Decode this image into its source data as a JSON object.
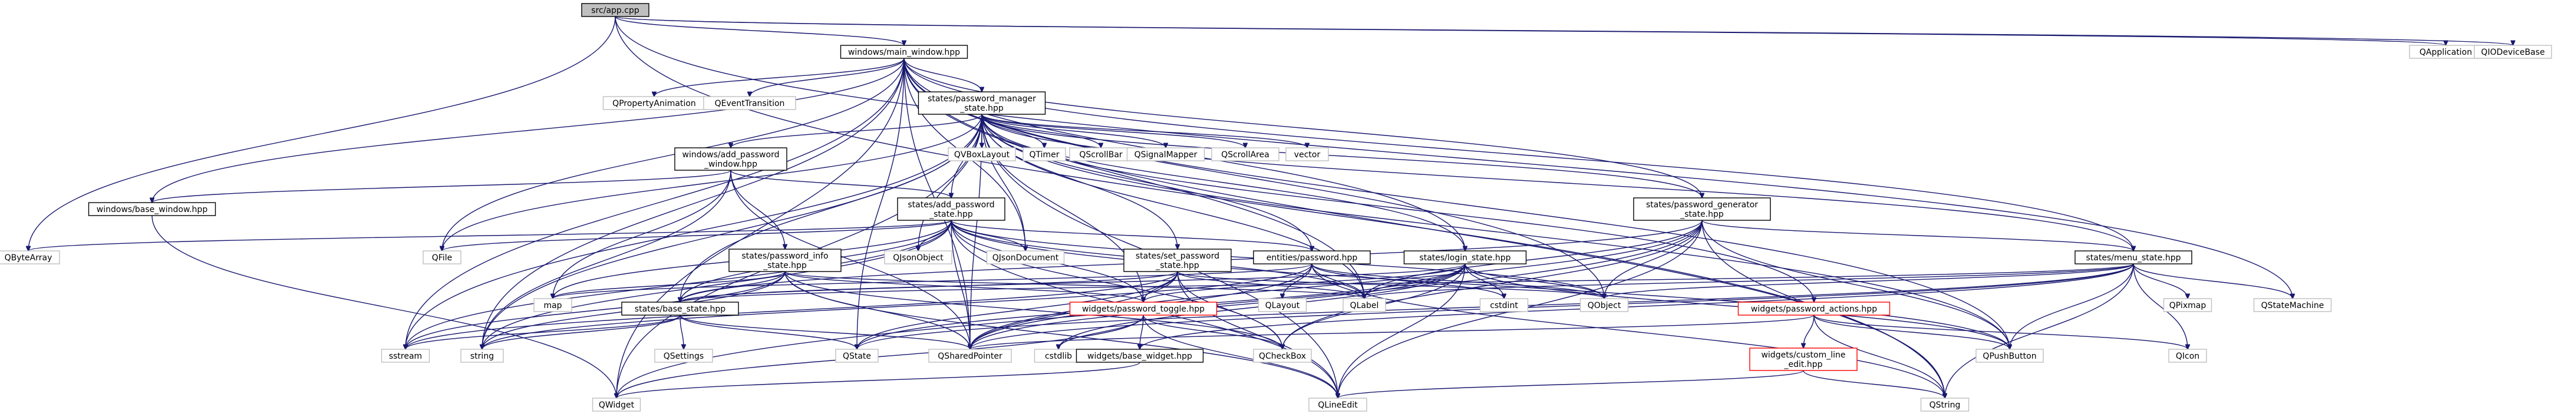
{
  "diagram": {
    "kind": "include-dependency-graph",
    "colors": {
      "edge": "#191970",
      "root_fill": "#bfbfbf",
      "root_border": "#000000",
      "project_border": "#000000",
      "external_border": "#bfbfbf",
      "incomplete_border": "#ff0000",
      "node_fill": "#ffffff"
    },
    "nodes": [
      {
        "id": "main",
        "label": "src/app.cpp",
        "style": "root"
      },
      {
        "id": "mw",
        "label": "windows/main_window.hpp",
        "style": "project"
      },
      {
        "id": "qapp",
        "label": "QApplication",
        "style": "external"
      },
      {
        "id": "qio",
        "label": "QIODeviceBase",
        "style": "external"
      },
      {
        "id": "qpa",
        "label": "QPropertyAnimation",
        "style": "external"
      },
      {
        "id": "qet",
        "label": "QEventTransition",
        "style": "external"
      },
      {
        "id": "pms",
        "label": [
          "states/password_manager",
          "_state.hpp"
        ],
        "style": "project"
      },
      {
        "id": "qba",
        "label": "QByteArray",
        "style": "external"
      },
      {
        "id": "bw",
        "label": "windows/base_window.hpp",
        "style": "project"
      },
      {
        "id": "apw",
        "label": [
          "windows/add_password",
          "_window.hpp"
        ],
        "style": "project"
      },
      {
        "id": "qvb",
        "label": "QVBoxLayout",
        "style": "external"
      },
      {
        "id": "qtm",
        "label": "QTimer",
        "style": "external"
      },
      {
        "id": "qsb",
        "label": "QScrollBar",
        "style": "external"
      },
      {
        "id": "qsm",
        "label": "QSignalMapper",
        "style": "external"
      },
      {
        "id": "qsa",
        "label": "QScrollArea",
        "style": "external"
      },
      {
        "id": "vec",
        "label": "vector",
        "style": "external"
      },
      {
        "id": "aps",
        "label": [
          "states/add_password",
          "_state.hpp"
        ],
        "style": "project"
      },
      {
        "id": "pgs",
        "label": [
          "states/password_generator",
          "_state.hpp"
        ],
        "style": "project"
      },
      {
        "id": "qfile",
        "label": "QFile",
        "style": "external"
      },
      {
        "id": "qjo",
        "label": "QJsonObject",
        "style": "external"
      },
      {
        "id": "qjd",
        "label": "QJsonDocument",
        "style": "external"
      },
      {
        "id": "pis",
        "label": [
          "states/password_info",
          "_state.hpp"
        ],
        "style": "project"
      },
      {
        "id": "sps",
        "label": [
          "states/set_password",
          "_state.hpp"
        ],
        "style": "project"
      },
      {
        "id": "ep",
        "label": "entities/password.hpp",
        "style": "project"
      },
      {
        "id": "ls",
        "label": "states/login_state.hpp",
        "style": "project"
      },
      {
        "id": "ms",
        "label": "states/menu_state.hpp",
        "style": "project"
      },
      {
        "id": "map",
        "label": "map",
        "style": "external"
      },
      {
        "id": "bs",
        "label": "states/base_state.hpp",
        "style": "project"
      },
      {
        "id": "pt",
        "label": "widgets/password_toggle.hpp",
        "style": "incomplete"
      },
      {
        "id": "ql",
        "label": "QLayout",
        "style": "external"
      },
      {
        "id": "qlabel",
        "label": "QLabel",
        "style": "external"
      },
      {
        "id": "cstdint",
        "label": "cstdint",
        "style": "external"
      },
      {
        "id": "qobject",
        "label": "QObject",
        "style": "external"
      },
      {
        "id": "wpa",
        "label": "widgets/password_actions.hpp",
        "style": "incomplete"
      },
      {
        "id": "qpix",
        "label": "QPixmap",
        "style": "external"
      },
      {
        "id": "qsmach",
        "label": "QStateMachine",
        "style": "external"
      },
      {
        "id": "sstr",
        "label": "sstream",
        "style": "external"
      },
      {
        "id": "string",
        "label": "string",
        "style": "external"
      },
      {
        "id": "qsettings",
        "label": "QSettings",
        "style": "external"
      },
      {
        "id": "qstate",
        "label": "QState",
        "style": "external"
      },
      {
        "id": "qsp",
        "label": "QSharedPointer",
        "style": "external"
      },
      {
        "id": "cstdlib",
        "label": "cstdlib",
        "style": "external"
      },
      {
        "id": "bwid",
        "label": "widgets/base_widget.hpp",
        "style": "project"
      },
      {
        "id": "qcb",
        "label": "QCheckBox",
        "style": "external"
      },
      {
        "id": "cle",
        "label": [
          "widgets/custom_line",
          "_edit.hpp"
        ],
        "style": "incomplete"
      },
      {
        "id": "qpb",
        "label": "QPushButton",
        "style": "external"
      },
      {
        "id": "qicon",
        "label": "QIcon",
        "style": "external"
      },
      {
        "id": "qwidget",
        "label": "QWidget",
        "style": "external"
      },
      {
        "id": "qle",
        "label": "QLineEdit",
        "style": "external"
      },
      {
        "id": "qstring",
        "label": "QString",
        "style": "external"
      }
    ],
    "edges": [
      [
        "main",
        "mw"
      ],
      [
        "main",
        "qapp"
      ],
      [
        "main",
        "qio"
      ],
      [
        "main",
        "qba"
      ],
      [
        "main",
        "qsmach"
      ],
      [
        "main",
        "qstring"
      ],
      [
        "mw",
        "qpa"
      ],
      [
        "mw",
        "qet"
      ],
      [
        "mw",
        "pms"
      ],
      [
        "mw",
        "bw"
      ],
      [
        "mw",
        "ms"
      ],
      [
        "mw",
        "ls"
      ],
      [
        "mw",
        "pgs"
      ],
      [
        "mw",
        "qfile"
      ],
      [
        "mw",
        "qobject"
      ],
      [
        "mw",
        "qlabel"
      ],
      [
        "mw",
        "qwidget"
      ],
      [
        "mw",
        "string"
      ],
      [
        "mw",
        "sstr"
      ],
      [
        "mw",
        "qstate"
      ],
      [
        "mw",
        "qsp"
      ],
      [
        "mw",
        "qjd"
      ],
      [
        "mw",
        "qpb"
      ],
      [
        "mw",
        "qstring"
      ],
      [
        "pms",
        "qvb"
      ],
      [
        "pms",
        "qtm"
      ],
      [
        "pms",
        "qsb"
      ],
      [
        "pms",
        "qsm"
      ],
      [
        "pms",
        "qsa"
      ],
      [
        "pms",
        "vec"
      ],
      [
        "pms",
        "apw"
      ],
      [
        "pms",
        "aps"
      ],
      [
        "pms",
        "sps"
      ],
      [
        "pms",
        "ep"
      ],
      [
        "pms",
        "ls"
      ],
      [
        "pms",
        "ms"
      ],
      [
        "pms",
        "pgs"
      ],
      [
        "pms",
        "qfile"
      ],
      [
        "pms",
        "qjo"
      ],
      [
        "pms",
        "qjd"
      ],
      [
        "pms",
        "bs"
      ],
      [
        "pms",
        "qlabel"
      ],
      [
        "pms",
        "qpb"
      ],
      [
        "pms",
        "qsp"
      ],
      [
        "pms",
        "sstr"
      ],
      [
        "pms",
        "string"
      ],
      [
        "pms",
        "qwidget"
      ],
      [
        "pms",
        "qle"
      ],
      [
        "pms",
        "wpa"
      ],
      [
        "pms",
        "pt"
      ],
      [
        "bw",
        "qwidget"
      ],
      [
        "apw",
        "bw"
      ],
      [
        "apw",
        "aps"
      ],
      [
        "apw",
        "pis"
      ],
      [
        "apw",
        "map"
      ],
      [
        "apw",
        "qsp"
      ],
      [
        "apw",
        "string"
      ],
      [
        "aps",
        "qjo"
      ],
      [
        "aps",
        "qjd"
      ],
      [
        "aps",
        "qfile"
      ],
      [
        "aps",
        "qba"
      ],
      [
        "aps",
        "ep"
      ],
      [
        "aps",
        "bs"
      ],
      [
        "aps",
        "qlabel"
      ],
      [
        "aps",
        "qobject"
      ],
      [
        "aps",
        "qle"
      ],
      [
        "aps",
        "qcb"
      ],
      [
        "aps",
        "qpb"
      ],
      [
        "aps",
        "qsp"
      ],
      [
        "aps",
        "sstr"
      ],
      [
        "aps",
        "string"
      ],
      [
        "aps",
        "map"
      ],
      [
        "aps",
        "pt"
      ],
      [
        "pis",
        "bs"
      ],
      [
        "pis",
        "qlabel"
      ],
      [
        "pis",
        "qle"
      ],
      [
        "pis",
        "qcb"
      ],
      [
        "pis",
        "qsp"
      ],
      [
        "pis",
        "map"
      ],
      [
        "pis",
        "string"
      ],
      [
        "pis",
        "pt"
      ],
      [
        "pis",
        "sstr"
      ],
      [
        "sps",
        "bs"
      ],
      [
        "sps",
        "qle"
      ],
      [
        "sps",
        "qcb"
      ],
      [
        "sps",
        "qlabel"
      ],
      [
        "sps",
        "qsp"
      ],
      [
        "sps",
        "qobject"
      ],
      [
        "sps",
        "pt"
      ],
      [
        "sps",
        "qstate"
      ],
      [
        "sps",
        "sstr"
      ],
      [
        "ep",
        "ql"
      ],
      [
        "ep",
        "qlabel"
      ],
      [
        "ep",
        "cstdint"
      ],
      [
        "ep",
        "qobject"
      ],
      [
        "ep",
        "map"
      ],
      [
        "ep",
        "string"
      ],
      [
        "ep",
        "qstring"
      ],
      [
        "ep",
        "qsp"
      ],
      [
        "ls",
        "bs"
      ],
      [
        "ls",
        "qlabel"
      ],
      [
        "ls",
        "qobject"
      ],
      [
        "ls",
        "cstdint"
      ],
      [
        "ls",
        "qle"
      ],
      [
        "ls",
        "qcb"
      ],
      [
        "ls",
        "pt"
      ],
      [
        "ls",
        "qpb"
      ],
      [
        "ls",
        "qsp"
      ],
      [
        "ls",
        "qstate"
      ],
      [
        "ls",
        "cstdlib"
      ],
      [
        "pgs",
        "bs"
      ],
      [
        "pgs",
        "qlabel"
      ],
      [
        "pgs",
        "qobject"
      ],
      [
        "pgs",
        "qle"
      ],
      [
        "pgs",
        "qcb"
      ],
      [
        "pgs",
        "qpb"
      ],
      [
        "pgs",
        "ms"
      ],
      [
        "pgs",
        "qsp"
      ],
      [
        "pgs",
        "qstring"
      ],
      [
        "pgs",
        "qwidget"
      ],
      [
        "ms",
        "qpix"
      ],
      [
        "ms",
        "qsmach"
      ],
      [
        "ms",
        "qpb"
      ],
      [
        "ms",
        "qicon"
      ],
      [
        "ms",
        "qstring"
      ],
      [
        "ms",
        "qlabel"
      ],
      [
        "ms",
        "qobject"
      ],
      [
        "ms",
        "bs"
      ],
      [
        "ms",
        "qsp"
      ],
      [
        "ms",
        "qstate"
      ],
      [
        "ms",
        "bwid"
      ],
      [
        "bs",
        "qsettings"
      ],
      [
        "bs",
        "qstate"
      ],
      [
        "bs",
        "qsp"
      ],
      [
        "bs",
        "sstr"
      ],
      [
        "bs",
        "string"
      ],
      [
        "pt",
        "bwid"
      ],
      [
        "pt",
        "qcb"
      ],
      [
        "pt",
        "cstdlib"
      ],
      [
        "pt",
        "qwidget"
      ],
      [
        "pt",
        "qle"
      ],
      [
        "wpa",
        "cle"
      ],
      [
        "wpa",
        "qpb"
      ],
      [
        "wpa",
        "qicon"
      ],
      [
        "wpa",
        "qstring"
      ],
      [
        "wpa",
        "qsp"
      ],
      [
        "cle",
        "qle"
      ],
      [
        "cle",
        "qstring"
      ],
      [
        "bwid",
        "qwidget"
      ]
    ]
  }
}
